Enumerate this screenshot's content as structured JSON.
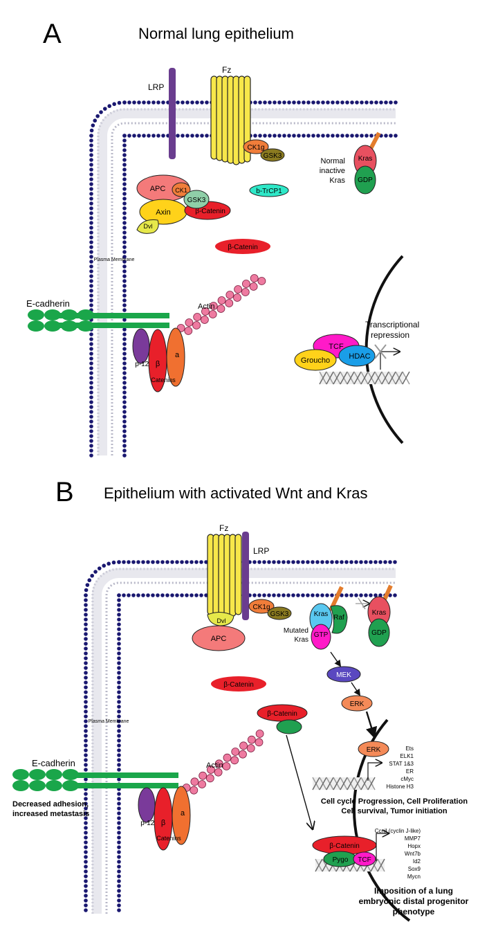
{
  "panel_a": {
    "letter": "A",
    "title": "Normal lung epithelium",
    "lrp": "LRP",
    "fz": "Fz",
    "ck1g": "CK1g",
    "gsk3_membrane": "GSK3",
    "kras_normal_label": [
      "Normal",
      "inactive",
      "Kras"
    ],
    "kras": "Kras",
    "gdp": "GDP",
    "apc": "APC",
    "ck1": "CK1",
    "gsk3": "GSK3",
    "axin": "Axin",
    "beta_catenin_complex": "β-Catenin",
    "dvl": "Dvl",
    "btrcp1": "b-TrCP1",
    "beta_catenin_free": "β-Catenin",
    "plasma_membrane": "Plasma Membrane",
    "ecadherin": "E-cadherin",
    "actin": "Actin",
    "p120": "p-120",
    "beta": "β",
    "alpha": "a",
    "catenins": "Catenins",
    "tcf": "TCF",
    "groucho": "Groucho",
    "hdac": "HDAC",
    "transcriptional": [
      "Transcriptional",
      "repression"
    ]
  },
  "panel_b": {
    "letter": "B",
    "title": "Epithelium with activated Wnt and Kras",
    "fz": "Fz",
    "lrp": "LRP",
    "ck1g": "CK1g",
    "gsk3": "GSK3",
    "dvl": "Dvl",
    "apc": "APC",
    "kras_mut": "Kras",
    "gtp": "GTP",
    "raf": "Raf",
    "mutated_kras_label": [
      "Mutated",
      "Kras"
    ],
    "kras_inactive": "Kras",
    "gdp": "GDP",
    "mek": "MEK",
    "erk": "ERK",
    "erk_nuclear": "ERK",
    "beta_catenin_free": "β-Catenin",
    "beta_catenin_bound": "β-Catenin",
    "plasma_membrane": "Plasma Membrane",
    "ecadherin": "E-cadherin",
    "adhesion": [
      "Decreased adhesion,",
      "increased metastasis"
    ],
    "actin": "Actin",
    "p120": "p-120",
    "beta": "β",
    "alpha": "a",
    "catenins": "Catenins",
    "erk_targets": [
      "Ets",
      "ELK1",
      "STAT 1&3",
      "ER",
      "cMyc",
      "Histone H3"
    ],
    "outcome_erk": [
      "Cell cycle Progression, Cell Proliferation",
      "Cell survival, Tumor initiation"
    ],
    "beta_catenin_nuclear": "β-Catenin",
    "pygo": "Pygo",
    "tcf": "TCF",
    "wnt_targets": [
      "Ccnjl (cyclin J-like)",
      "MMP7",
      "Hopx",
      "Wnt7b",
      "Id2",
      "Sox9",
      "Mycn"
    ],
    "outcome_wnt": [
      "Imposition of a lung",
      "embryonic distal progenitor",
      "phenotype"
    ]
  },
  "colors": {
    "lrp": "#6a3d8f",
    "fz": "#f7e74a",
    "apc": "#f47a7a",
    "ck1": "#f07d3a",
    "gsk3": "#8fcfa8",
    "axin": "#ffd21a",
    "beta_catenin": "#e8202a",
    "dvl": "#e6e84a",
    "btrcp1": "#2ee8c8",
    "kras": "#e85060",
    "gdp": "#20a050",
    "ecadherin": "#1aa64a",
    "actin": "#ee7aa0",
    "p120": "#7a3a9a",
    "alpha_catenin": "#f07030",
    "tcf": "#ff1ac8",
    "groucho": "#ffd21a",
    "hdac": "#1a9ee8",
    "mek": "#5a48c0",
    "erk": "#f48a58",
    "pygo": "#20a050",
    "kras_mutated": "#5ac8f0",
    "membrane_head": "#1a1870"
  }
}
